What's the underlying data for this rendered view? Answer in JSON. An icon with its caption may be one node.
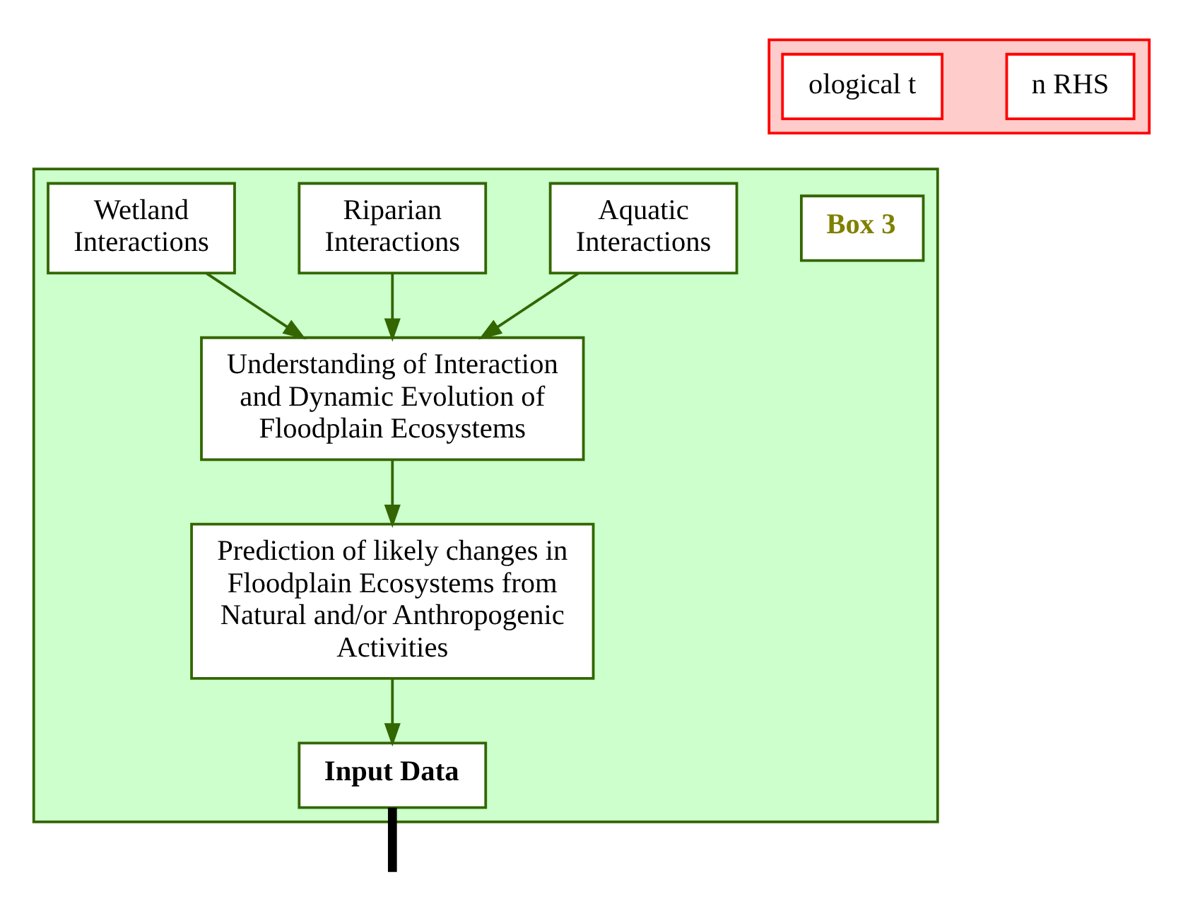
{
  "diagram": {
    "nodes": [
      {
        "text": [],
        "shape": "box"
      },
      {
        "text": [
          "n RHS"
        ],
        "in": 0
      },
      {
        "text": [
          "ological t"
        ],
        "in": 0
      },
      {
        "text": [],
        "shape": "box"
      },
      {
        "text": [
          "Box 3"
        ],
        "in": 3
      },
      {
        "text": [
          "Aquatic Interactions"
        ],
        "in": 3
      },
      {
        "text": [
          "Riparian Interactions"
        ],
        "in": 3
      },
      {
        "text": [
          "Wetland Interactions"
        ],
        "in": 3
      },
      {
        "text": [
          "Understanding of Interaction and Dynamic Evolution of Floodplain Ecosystems"
        ],
        "in": 3
      },
      {
        "text": [
          "Prediction of likely changes in Floodplain Ecosystems from Natural and/or Anthropogenic Activities"
        ],
        "in": 3
      },
      {
        "text": [
          "Input Data"
        ],
        "in": 3
      }
    ],
    "edges": [
      {
        "from": 5,
        "to": 8,
        "arrow": "to"
      },
      {
        "from": 6,
        "to": 8,
        "arrow": "to"
      },
      {
        "from": 7,
        "to": 8,
        "arrow": "to"
      },
      {
        "from": 8,
        "to": 9,
        "arrow": "to"
      },
      {
        "from": 9,
        "to": 10,
        "arrow": "to"
      },
      {
        "from": 10,
        "to": null,
        "arrow": "none",
        "style": "thick",
        "color": "#000000"
      }
    ]
  }
}
